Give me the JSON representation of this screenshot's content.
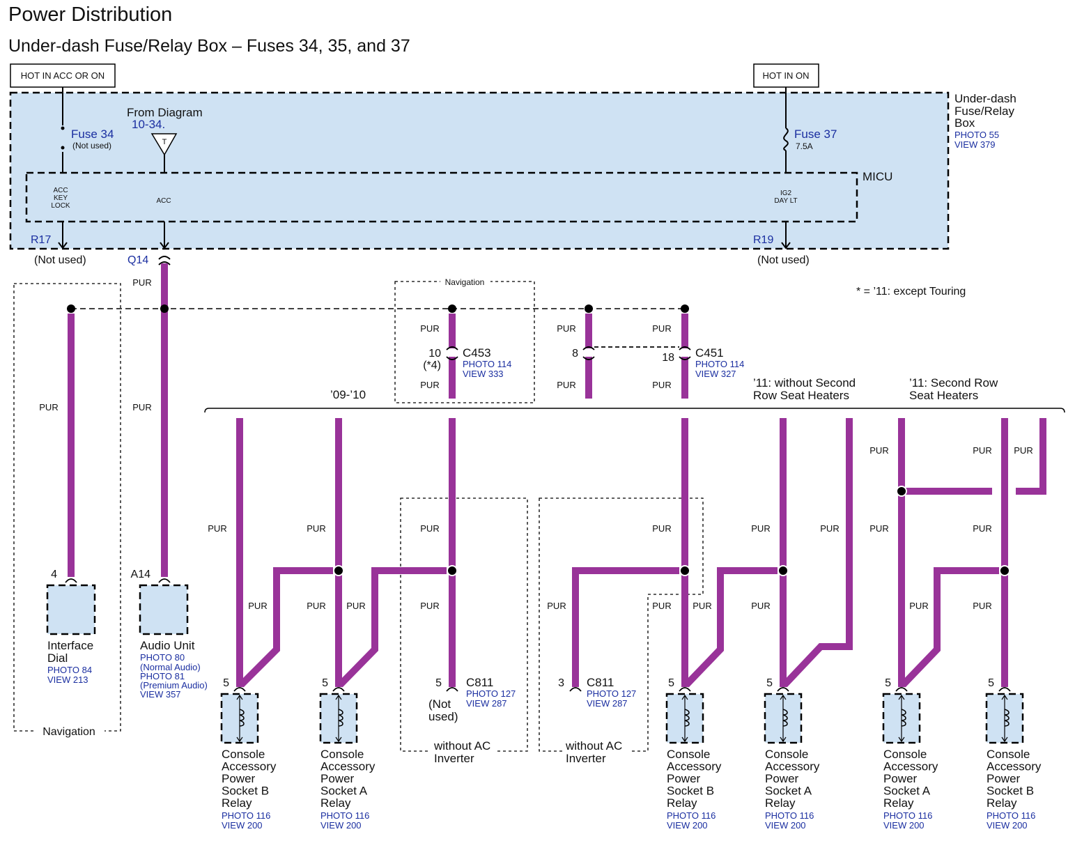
{
  "header": {
    "title": "Power Distribution",
    "subtitle": "Under-dash Fuse/Relay Box – Fuses 34, 35, and 37"
  },
  "hot_labels": {
    "acc_on": "HOT IN ACC OR ON",
    "on": "HOT IN ON"
  },
  "fuse_box": {
    "line1": "Under-dash",
    "line2": "Fuse/Relay",
    "line3": "Box",
    "photo": "PHOTO 55",
    "view": "VIEW 379"
  },
  "micu": {
    "label": "MICU",
    "acc_key_lock": [
      "ACC",
      "KEY",
      "LOCK"
    ],
    "acc": "ACC",
    "ig2_day_lt": [
      "IG2",
      "DAY LT"
    ]
  },
  "fuse34": {
    "name": "Fuse 34",
    "note": "(Not used)"
  },
  "fuse37": {
    "name": "Fuse 37",
    "rating": "7.5A"
  },
  "from_diagram": {
    "label": "From Diagram",
    "ref": "10-34.",
    "symbol": "T"
  },
  "terminals": {
    "r17": "R17",
    "r17_note": "(Not used)",
    "q14": "Q14",
    "r19": "R19",
    "r19_note": "(Not used)"
  },
  "footnote": "* = ’11: except Touring",
  "wire_color": "PUR",
  "groups": {
    "navigation": "Navigation",
    "y0910": "’09-’10",
    "no_heater_1": "’11: without Second",
    "no_heater_2": "Row Seat Heaters",
    "heater_1": "’11: Second Row",
    "heater_2": "Seat Heaters",
    "no_ac_1": "without AC",
    "no_ac_2": "Inverter"
  },
  "connectors": {
    "c453": {
      "name": "C453",
      "pin": "10",
      "note": "(*4)",
      "photo": "PHOTO 114",
      "view": "VIEW 333"
    },
    "c451": {
      "name": "C451",
      "pin8": "8",
      "pin18": "18",
      "photo": "PHOTO 114",
      "view": "VIEW 327"
    },
    "c811a": {
      "name": "C811",
      "pin": "5",
      "note1": "(Not",
      "note2": "used)",
      "photo": "PHOTO 127",
      "view": "VIEW 287"
    },
    "c811b": {
      "name": "C811",
      "pin": "3",
      "photo": "PHOTO 127",
      "view": "VIEW 287"
    }
  },
  "components": {
    "interface_dial": {
      "pin": "4",
      "line1": "Interface",
      "line2": "Dial",
      "photo": "PHOTO 84",
      "view": "VIEW 213"
    },
    "audio_unit": {
      "pin": "A14",
      "line1": "Audio Unit",
      "photo1": "PHOTO 80",
      "note1": "(Normal Audio)",
      "photo2": "PHOTO 81",
      "note2": "(Premium Audio)",
      "view": "VIEW 357"
    },
    "relays": [
      {
        "pin": "5",
        "lines": [
          "Console",
          "Accessory",
          "Power",
          "Socket B",
          "Relay"
        ],
        "photo": "PHOTO 116",
        "view": "VIEW 200"
      },
      {
        "pin": "5",
        "lines": [
          "Console",
          "Accessory",
          "Power",
          "Socket A",
          "Relay"
        ],
        "photo": "PHOTO 116",
        "view": "VIEW 200"
      },
      {
        "pin": "5",
        "lines": [
          "Console",
          "Accessory",
          "Power",
          "Socket B",
          "Relay"
        ],
        "photo": "PHOTO 116",
        "view": "VIEW 200"
      },
      {
        "pin": "5",
        "lines": [
          "Console",
          "Accessory",
          "Power",
          "Socket A",
          "Relay"
        ],
        "photo": "PHOTO 116",
        "view": "VIEW 200"
      },
      {
        "pin": "5",
        "lines": [
          "Console",
          "Accessory",
          "Power",
          "Socket A",
          "Relay"
        ],
        "photo": "PHOTO 116",
        "view": "VIEW 200"
      },
      {
        "pin": "5",
        "lines": [
          "Console",
          "Accessory",
          "Power",
          "Socket B",
          "Relay"
        ],
        "photo": "PHOTO 116",
        "view": "VIEW 200"
      }
    ]
  },
  "colors": {
    "wire": "#993399",
    "box_fill": "#cfe2f3",
    "ref_text": "#1a2ea0"
  }
}
